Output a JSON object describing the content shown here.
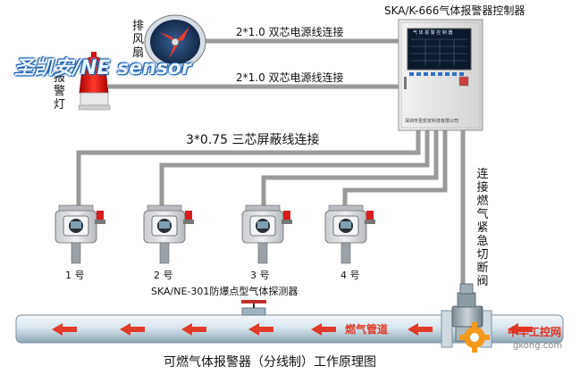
{
  "controller": {
    "label": "SKA/K-666气体报警器控制器",
    "screen_title": "气 体 报 警 控 制 器",
    "footer": "深圳市圣凯安科技有限公司"
  },
  "fan": {
    "label": "排风扇"
  },
  "alarm_light": {
    "label": "报警灯"
  },
  "watermark": "圣凯安/NE sensor",
  "cables": {
    "fan_cable": "2*1.0 双芯电源线连接",
    "light_cable": "2*1.0 双芯电源线连接",
    "shielded_cable": "3*0.75 三芯屏蔽线连接"
  },
  "valve_connection": "连接燃气紧急切断阀",
  "detectors": {
    "model_label": "SKA/NE-301防爆点型气体探测器",
    "units": [
      "1 号",
      "2 号",
      "3 号",
      "4 号"
    ]
  },
  "pipe": {
    "label": "燃气管道"
  },
  "site_logo": {
    "name": "中华工控网",
    "url": "gkong.com"
  },
  "caption": "可燃气体报警器（分线制）工作原理图",
  "colors": {
    "cable": "#9a9a9a",
    "pipe_red": "#e23a2a",
    "pipe_body": "#cfe0ea",
    "alarm_red": "#d81c1c"
  }
}
